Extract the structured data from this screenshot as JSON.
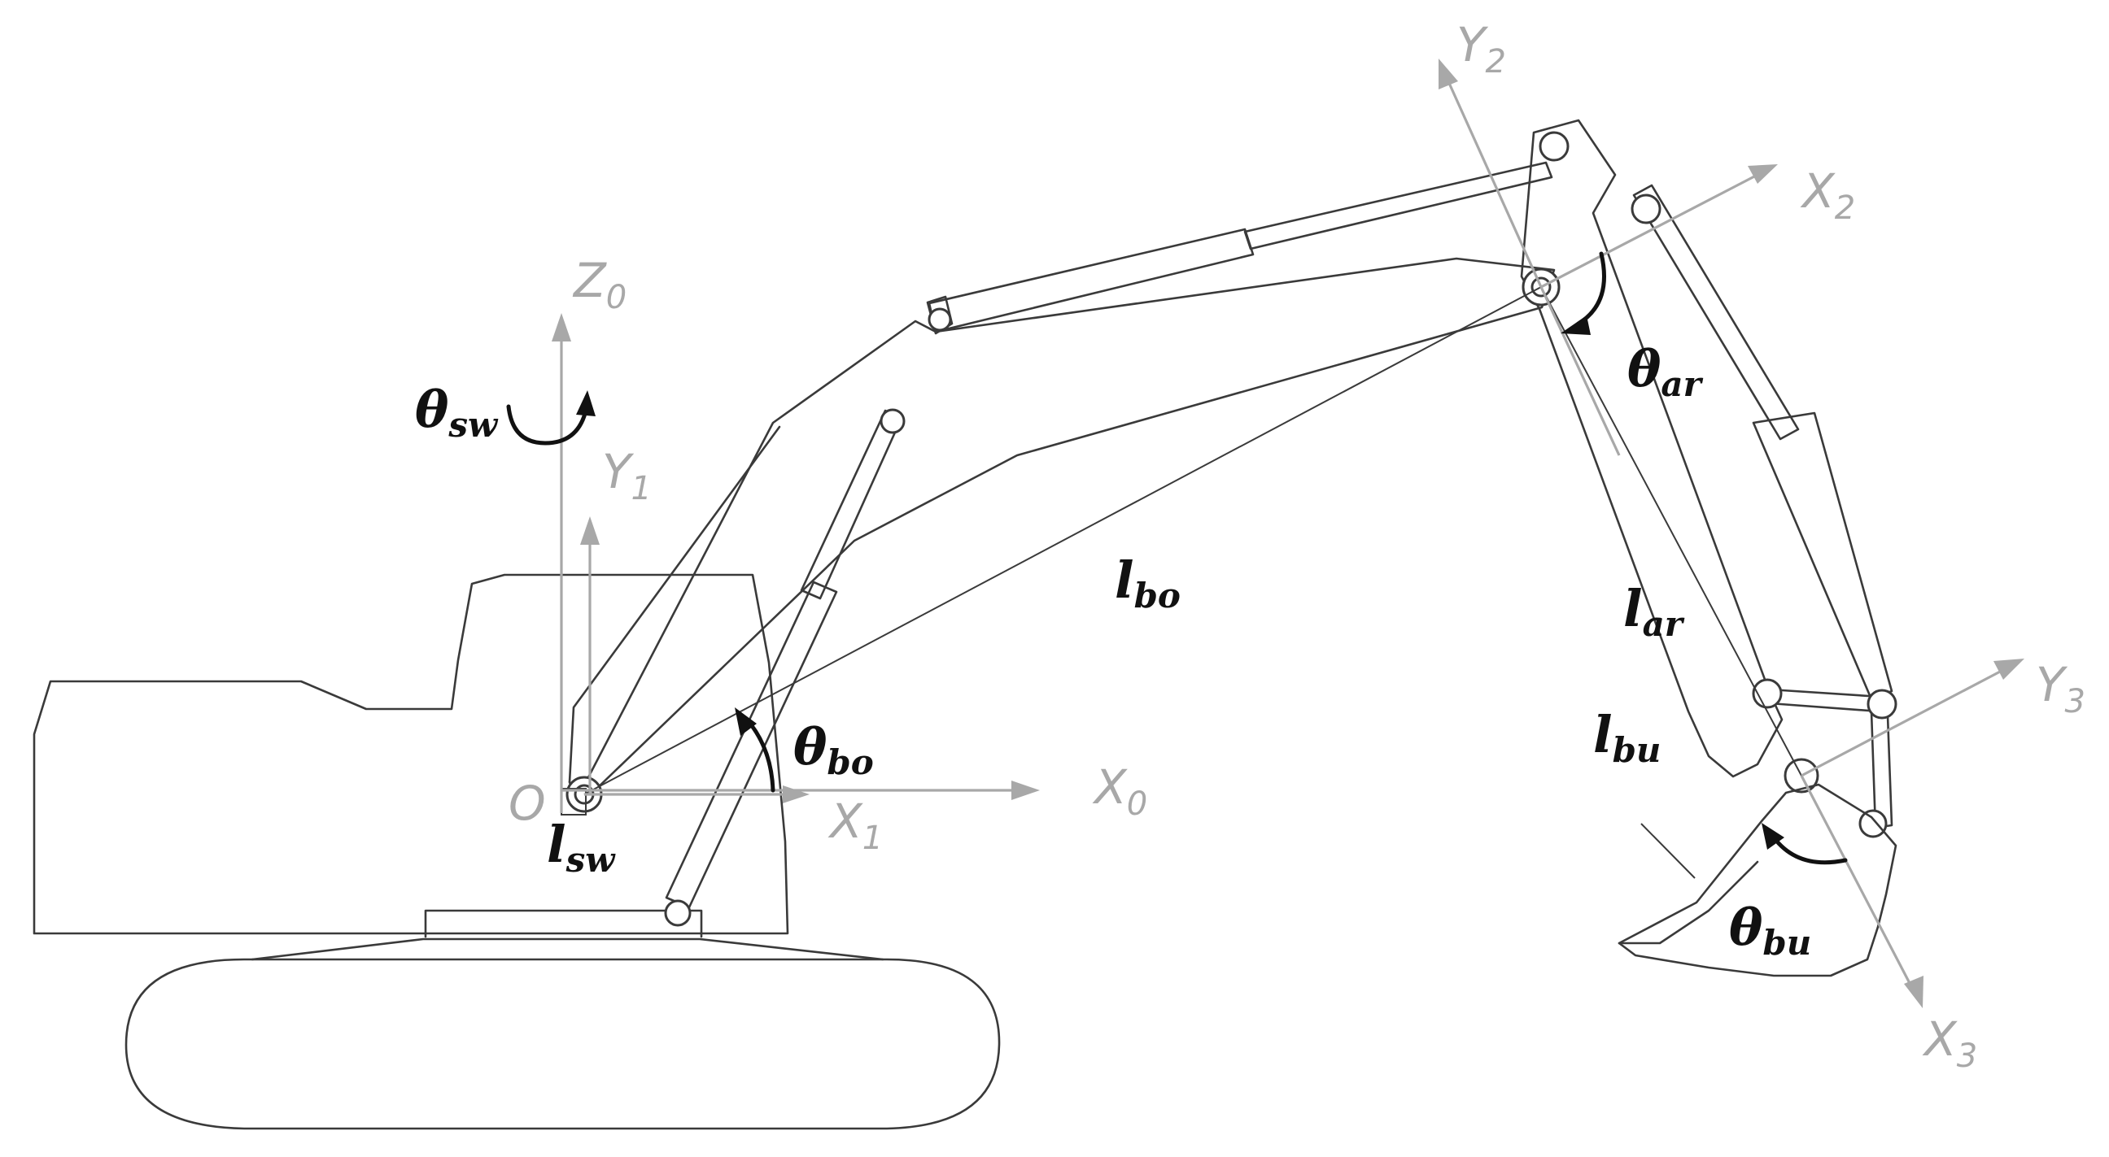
{
  "labels": {
    "z0": {
      "main": "Z",
      "sub": "0"
    },
    "y1": {
      "main": "Y",
      "sub": "1"
    },
    "x0": {
      "main": "X",
      "sub": "0"
    },
    "x1": {
      "main": "X",
      "sub": "1"
    },
    "y2": {
      "main": "Y",
      "sub": "2"
    },
    "x2": {
      "main": "X",
      "sub": "2"
    },
    "y3": {
      "main": "Y",
      "sub": "3"
    },
    "x3": {
      "main": "X",
      "sub": "3"
    },
    "origin": "O",
    "theta_sw": {
      "main": "θ",
      "sub": "sw"
    },
    "theta_bo": {
      "main": "θ",
      "sub": "bo"
    },
    "theta_ar": {
      "main": "θ",
      "sub": "ar"
    },
    "theta_bu": {
      "main": "θ",
      "sub": "bu"
    },
    "l_sw": {
      "main": "l",
      "sub": "sw"
    },
    "l_bo": {
      "main": "l",
      "sub": "bo"
    },
    "l_ar": {
      "main": "l",
      "sub": "ar"
    },
    "l_bu": {
      "main": "l",
      "sub": "bu"
    }
  },
  "colors": {
    "outline": "#3a3a3a",
    "axis": "#a8a8a8",
    "annotation": "#111111"
  }
}
